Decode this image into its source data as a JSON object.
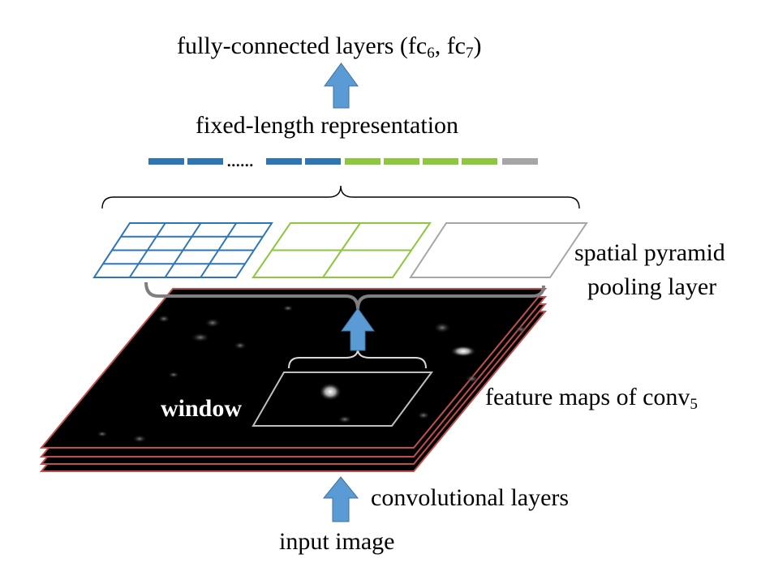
{
  "labels": {
    "fc": {
      "text": "fully-connected layers (fc",
      "sub1": "6",
      "mid": ", fc",
      "sub2": "7",
      "end": ")"
    },
    "fixed_length": "fixed-length representation",
    "dots": "......",
    "spp_line1": "spatial pyramid",
    "spp_line2": "pooling layer",
    "feature_maps": {
      "text": "feature maps of conv",
      "sub": "5"
    },
    "window": "window",
    "conv_layers": "convolutional layers",
    "input_image": "input image"
  },
  "pyramid_levels": [
    {
      "name": "4x4 bins",
      "rows": 4,
      "cols": 4,
      "color": "#2e75b6"
    },
    {
      "name": "2x2 bins",
      "rows": 2,
      "cols": 2,
      "color": "#8dc63f"
    },
    {
      "name": "1x1 bin",
      "rows": 1,
      "cols": 1,
      "color": "#a6a6a6"
    }
  ],
  "representation_segments": {
    "blue": 4,
    "green": 4,
    "gray": 1,
    "colors": {
      "blue": "#2e75b6",
      "green": "#8dc63f",
      "gray": "#a6a6a6"
    }
  },
  "colors": {
    "arrow": "#5b9bd5",
    "arrow_stroke": "#41719c",
    "brace": "#7f7f7f",
    "map_border": "#c0504d",
    "map_fill": "#000000",
    "window_border": "#bfbfbf"
  }
}
